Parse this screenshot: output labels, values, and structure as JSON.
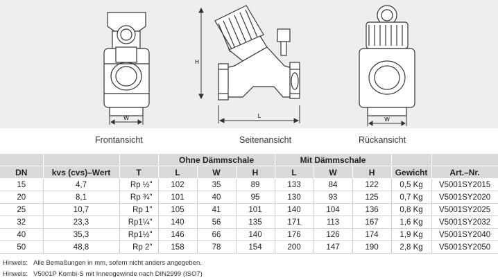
{
  "views": {
    "front": {
      "caption": "Frontansicht",
      "dim_w": "W"
    },
    "side": {
      "caption": "Seitenansicht",
      "dim_h": "H",
      "dim_l": "L"
    },
    "back": {
      "caption": "Rückansicht",
      "dim_w": "W"
    }
  },
  "table": {
    "group_headers": {
      "ohne": "Ohne Dämmschale",
      "mit": "Mit Dämmschale"
    },
    "headers": {
      "dn": "DN",
      "kvs": "kvs (cvs)–Wert",
      "t": "T",
      "l": "L",
      "w": "W",
      "h": "H",
      "l2": "L",
      "w2": "W",
      "h2": "H",
      "gewicht": "Gewicht",
      "art": "Art.–Nr."
    },
    "rows": [
      {
        "dn": "15",
        "kvs": "4,7",
        "t": "Rp ½\"",
        "l": "102",
        "w": "35",
        "h": "89",
        "l2": "133",
        "w2": "84",
        "h2": "122",
        "gewicht": "0,5 Kg",
        "art": "V5001SY2015"
      },
      {
        "dn": "20",
        "kvs": "8,1",
        "t": "Rp ¾\"",
        "l": "101",
        "w": "40",
        "h": "95",
        "l2": "130",
        "w2": "93",
        "h2": "125",
        "gewicht": "0,7 Kg",
        "art": "V5001SY2020"
      },
      {
        "dn": "25",
        "kvs": "10,7",
        "t": "Rp 1\"",
        "l": "105",
        "w": "41",
        "h": "101",
        "l2": "140",
        "w2": "104",
        "h2": "136",
        "gewicht": "0,8 Kg",
        "art": "V5001SY2025"
      },
      {
        "dn": "32",
        "kvs": "23,3",
        "t": "Rp1¼\"",
        "l": "140",
        "w": "56",
        "h": "135",
        "l2": "171",
        "w2": "113",
        "h2": "167",
        "gewicht": "1,6 Kg",
        "art": "V5001SY2032"
      },
      {
        "dn": "40",
        "kvs": "35,3",
        "t": "Rp1½\"",
        "l": "146",
        "w": "66",
        "h": "140",
        "l2": "176",
        "w2": "126",
        "h2": "174",
        "gewicht": "1,9 Kg",
        "art": "V5001SY2040"
      },
      {
        "dn": "50",
        "kvs": "48,8",
        "t": "Rp 2\"",
        "l": "158",
        "w": "78",
        "h": "154",
        "l2": "200",
        "w2": "147",
        "h2": "190",
        "gewicht": "2,8 Kg",
        "art": "V5001SY2050"
      }
    ]
  },
  "notes": [
    {
      "label": "Hinweis:",
      "text": "Alle Bemaßungen in mm, sofern nicht anders angegeben."
    },
    {
      "label": "Hinweis:",
      "text": "V5001P Kombi-S mit Innengewinde nach DIN2999 (ISO7)"
    }
  ]
}
